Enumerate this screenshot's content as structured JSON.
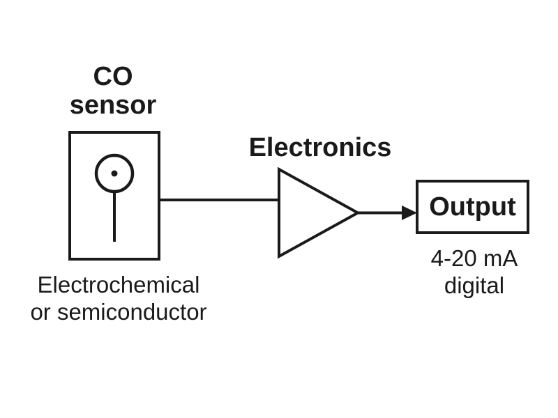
{
  "diagram": {
    "title_context": "CO sensor block diagram",
    "colors": {
      "ink": "#1a1a1a",
      "background": "#ffffff"
    },
    "nodes": {
      "sensor": {
        "title_line1": "CO",
        "title_line2": "sensor",
        "subtitle_line1": "Electrochemical",
        "subtitle_line2": "or semiconductor"
      },
      "electronics": {
        "label": "Electronics"
      },
      "output": {
        "label": "Output",
        "subtitle_line1": "4-20 mA",
        "subtitle_line2": "digital"
      }
    }
  }
}
